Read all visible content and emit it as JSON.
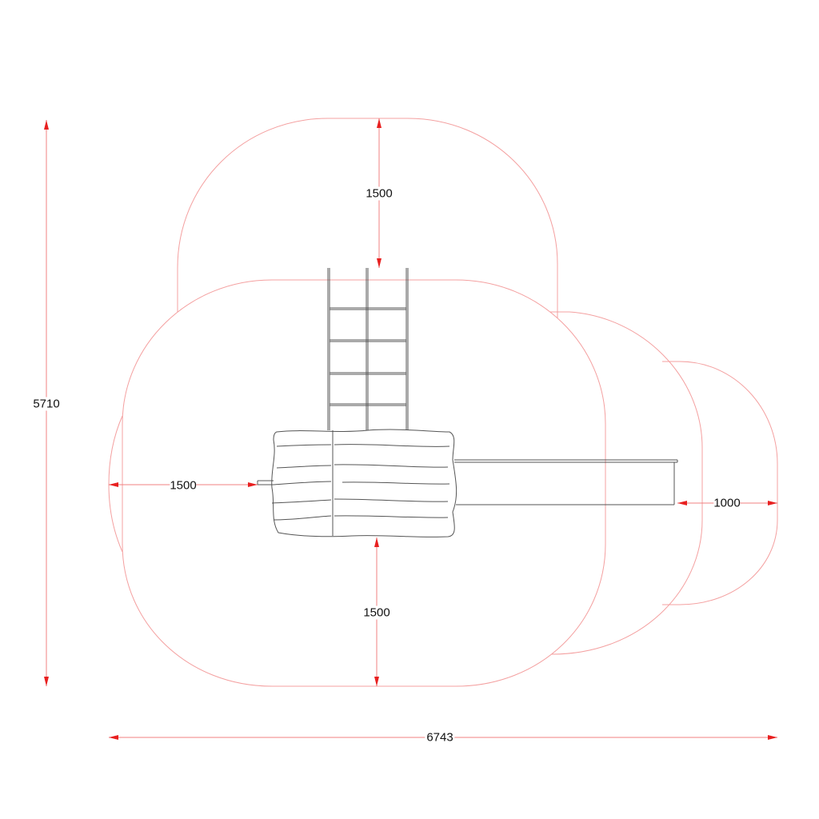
{
  "dimensions": {
    "total_height": "5710",
    "total_width": "6743",
    "top_clearance": "1500",
    "left_clearance": "1500",
    "bottom_clearance": "1500",
    "right_clearance": "1000"
  },
  "colors": {
    "safety_zone": "#f4a0a0",
    "arrow": "#e82020",
    "equipment": "#555555"
  }
}
